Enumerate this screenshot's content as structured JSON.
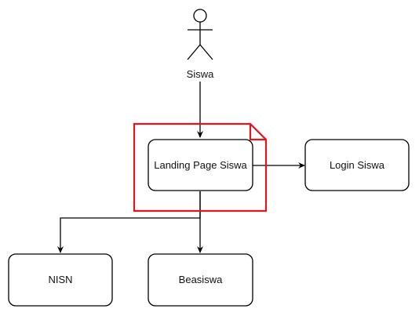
{
  "diagram": {
    "actor": {
      "label": "Siswa"
    },
    "nodes": {
      "landing": {
        "label": "Landing Page Siswa"
      },
      "login": {
        "label": "Login Siswa"
      },
      "nisn": {
        "label": "NISN"
      },
      "beasiswa": {
        "label": "Beasiswa"
      }
    },
    "edges": [
      {
        "from": "Siswa",
        "to": "Landing Page Siswa"
      },
      {
        "from": "Landing Page Siswa",
        "to": "Login Siswa"
      },
      {
        "from": "Landing Page Siswa",
        "to": "NISN"
      },
      {
        "from": "Landing Page Siswa",
        "to": "Beasiswa"
      }
    ],
    "colors": {
      "highlight": "#e3171b",
      "stroke": "#000000",
      "background": "#ffffff"
    }
  }
}
